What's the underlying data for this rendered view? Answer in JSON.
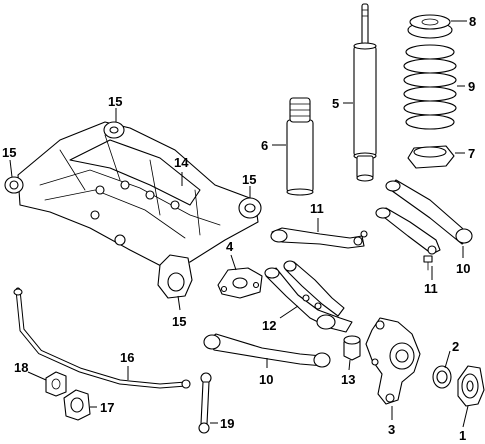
{
  "callouts": {
    "c1": "1",
    "c2": "2",
    "c3": "3",
    "c4": "4",
    "c5": "5",
    "c6": "6",
    "c7": "7",
    "c8": "8",
    "c9": "9",
    "c10a": "10",
    "c10b": "10",
    "c11a": "11",
    "c11b": "11",
    "c12": "12",
    "c13": "13",
    "c14": "14",
    "c15a": "15",
    "c15b": "15",
    "c15c": "15",
    "c15d": "15",
    "c16": "16",
    "c17": "17",
    "c18": "18",
    "c19": "19"
  },
  "colors": {
    "line": "#000000",
    "background": "#ffffff"
  }
}
